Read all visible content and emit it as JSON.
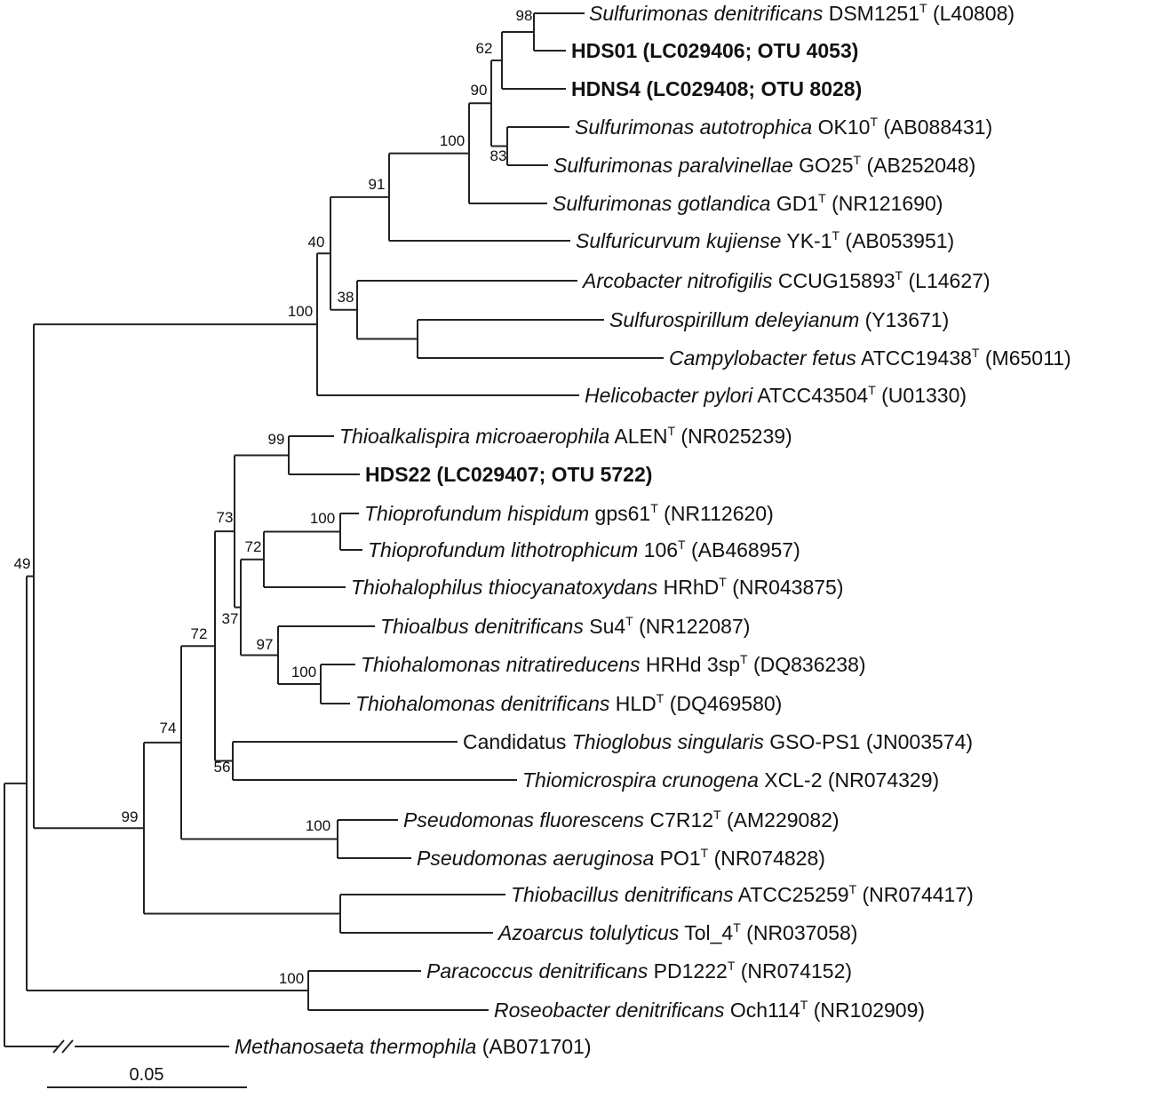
{
  "leaves": [
    {
      "id": "s_den",
      "parts": [
        {
          "t": "Sulfurimonas denitrificans",
          "i": true
        },
        {
          "t": " DSM1251"
        },
        {
          "t": "T",
          "sup": true
        },
        {
          "t": " (L40808)"
        }
      ]
    },
    {
      "id": "hds01",
      "bold": true,
      "parts": [
        {
          "t": "HDS01 (LC029406; OTU 4053)"
        }
      ]
    },
    {
      "id": "hdns4",
      "bold": true,
      "parts": [
        {
          "t": "HDNS4 (LC029408; OTU 8028)"
        }
      ]
    },
    {
      "id": "s_auto",
      "parts": [
        {
          "t": "Sulfurimonas autotrophica",
          "i": true
        },
        {
          "t": " OK10"
        },
        {
          "t": "T",
          "sup": true
        },
        {
          "t": " (AB088431)"
        }
      ]
    },
    {
      "id": "s_para",
      "parts": [
        {
          "t": "Sulfurimonas paralvinellae",
          "i": true
        },
        {
          "t": " GO25"
        },
        {
          "t": "T",
          "sup": true
        },
        {
          "t": " (AB252048)"
        }
      ]
    },
    {
      "id": "s_got",
      "parts": [
        {
          "t": "Sulfurimonas gotlandica",
          "i": true
        },
        {
          "t": " GD1"
        },
        {
          "t": "T",
          "sup": true
        },
        {
          "t": " (NR121690)"
        }
      ]
    },
    {
      "id": "s_kuj",
      "parts": [
        {
          "t": "Sulfuricurvum kujiense",
          "i": true
        },
        {
          "t": " YK-1"
        },
        {
          "t": "T",
          "sup": true
        },
        {
          "t": " (AB053951)"
        }
      ]
    },
    {
      "id": "arco",
      "parts": [
        {
          "t": "Arcobacter nitrofigilis",
          "i": true
        },
        {
          "t": " CCUG15893"
        },
        {
          "t": "T",
          "sup": true
        },
        {
          "t": " (L14627)"
        }
      ]
    },
    {
      "id": "sulfuro",
      "parts": [
        {
          "t": "Sulfurospirillum deleyianum",
          "i": true
        },
        {
          "t": " (Y13671)"
        }
      ]
    },
    {
      "id": "campy",
      "parts": [
        {
          "t": "Campylobacter fetus",
          "i": true
        },
        {
          "t": " ATCC19438"
        },
        {
          "t": "T",
          "sup": true
        },
        {
          "t": " (M65011)"
        }
      ]
    },
    {
      "id": "helico",
      "parts": [
        {
          "t": "Helicobacter pylori",
          "i": true
        },
        {
          "t": " ATCC43504"
        },
        {
          "t": "T",
          "sup": true
        },
        {
          "t": " (U01330)"
        }
      ]
    },
    {
      "id": "thioalk",
      "parts": [
        {
          "t": "Thioalkalispira microaerophila",
          "i": true
        },
        {
          "t": " ALEN"
        },
        {
          "t": "T",
          "sup": true
        },
        {
          "t": " (NR025239)"
        }
      ]
    },
    {
      "id": "hds22",
      "bold": true,
      "parts": [
        {
          "t": "HDS22 (LC029407; OTU 5722)"
        }
      ]
    },
    {
      "id": "tp_hisp",
      "parts": [
        {
          "t": "Thioprofundum hispidum",
          "i": true
        },
        {
          "t": " gps61"
        },
        {
          "t": "T",
          "sup": true
        },
        {
          "t": " (NR112620)"
        }
      ]
    },
    {
      "id": "tp_lith",
      "parts": [
        {
          "t": "Thioprofundum lithotrophicum",
          "i": true
        },
        {
          "t": " 106"
        },
        {
          "t": "T",
          "sup": true
        },
        {
          "t": " (AB468957)"
        }
      ]
    },
    {
      "id": "thiohalo",
      "parts": [
        {
          "t": "Thiohalophilus thiocyanatoxydans",
          "i": true
        },
        {
          "t": " HRhD"
        },
        {
          "t": "T",
          "sup": true
        },
        {
          "t": " (NR043875)"
        }
      ]
    },
    {
      "id": "thioalbus",
      "parts": [
        {
          "t": "Thioalbus denitrificans",
          "i": true
        },
        {
          "t": " Su4"
        },
        {
          "t": "T",
          "sup": true
        },
        {
          "t": " (NR122087)"
        }
      ]
    },
    {
      "id": "thm_nit",
      "parts": [
        {
          "t": "Thiohalomonas nitratireducens",
          "i": true
        },
        {
          "t": " HRHd 3sp"
        },
        {
          "t": "T",
          "sup": true
        },
        {
          "t": " (DQ836238)"
        }
      ]
    },
    {
      "id": "thm_den",
      "parts": [
        {
          "t": "Thiohalomonas denitrificans",
          "i": true
        },
        {
          "t": " HLD"
        },
        {
          "t": "T",
          "sup": true
        },
        {
          "t": " (DQ469580)"
        }
      ]
    },
    {
      "id": "cand",
      "parts": [
        {
          "t": "Candidatus "
        },
        {
          "t": "Thioglobus singularis",
          "i": true
        },
        {
          "t": " GSO-PS1 (JN003574)"
        }
      ]
    },
    {
      "id": "thiomicro",
      "parts": [
        {
          "t": "Thiomicrospira crunogena",
          "i": true
        },
        {
          "t": " XCL-2 (NR074329)"
        }
      ]
    },
    {
      "id": "ps_fl",
      "parts": [
        {
          "t": "Pseudomonas fluorescens",
          "i": true
        },
        {
          "t": " C7R12"
        },
        {
          "t": "T",
          "sup": true
        },
        {
          "t": " (AM229082)"
        }
      ]
    },
    {
      "id": "ps_ae",
      "parts": [
        {
          "t": "Pseudomonas aeruginosa",
          "i": true
        },
        {
          "t": " PO1"
        },
        {
          "t": "T",
          "sup": true
        },
        {
          "t": " (NR074828)"
        }
      ]
    },
    {
      "id": "thiobac",
      "parts": [
        {
          "t": "Thiobacillus denitrificans",
          "i": true
        },
        {
          "t": " ATCC25259"
        },
        {
          "t": "T",
          "sup": true
        },
        {
          "t": " (NR074417)"
        }
      ]
    },
    {
      "id": "azo",
      "parts": [
        {
          "t": "Azoarcus tolulyticus",
          "i": true
        },
        {
          "t": " Tol_4"
        },
        {
          "t": "T",
          "sup": true
        },
        {
          "t": " (NR037058)"
        }
      ]
    },
    {
      "id": "para",
      "parts": [
        {
          "t": "Paracoccus denitrificans",
          "i": true
        },
        {
          "t": " PD1222"
        },
        {
          "t": "T",
          "sup": true
        },
        {
          "t": " (NR074152)"
        }
      ]
    },
    {
      "id": "roseo",
      "parts": [
        {
          "t": "Roseobacter denitrificans",
          "i": true
        },
        {
          "t": " Och114"
        },
        {
          "t": "T",
          "sup": true
        },
        {
          "t": " (NR102909)"
        }
      ]
    },
    {
      "id": "metha",
      "parts": [
        {
          "t": "Methanosaeta thermophila",
          "i": true
        },
        {
          "t": " (AB071701)"
        }
      ]
    }
  ],
  "supports": {
    "n98": "98",
    "n62": "62",
    "n90": "90",
    "n83": "83",
    "n100a": "100",
    "n91": "91",
    "n40": "40",
    "n38": "38",
    "n100b": "100",
    "n99a": "99",
    "n100c": "100",
    "n72a": "72",
    "n73": "73",
    "n37": "37",
    "n97": "97",
    "n100d": "100",
    "n72b": "72",
    "n56": "56",
    "n74": "74",
    "n100e": "100",
    "n99b": "99",
    "n100f": "100",
    "n49": "49"
  },
  "scale_bar": {
    "label": "0.05"
  }
}
